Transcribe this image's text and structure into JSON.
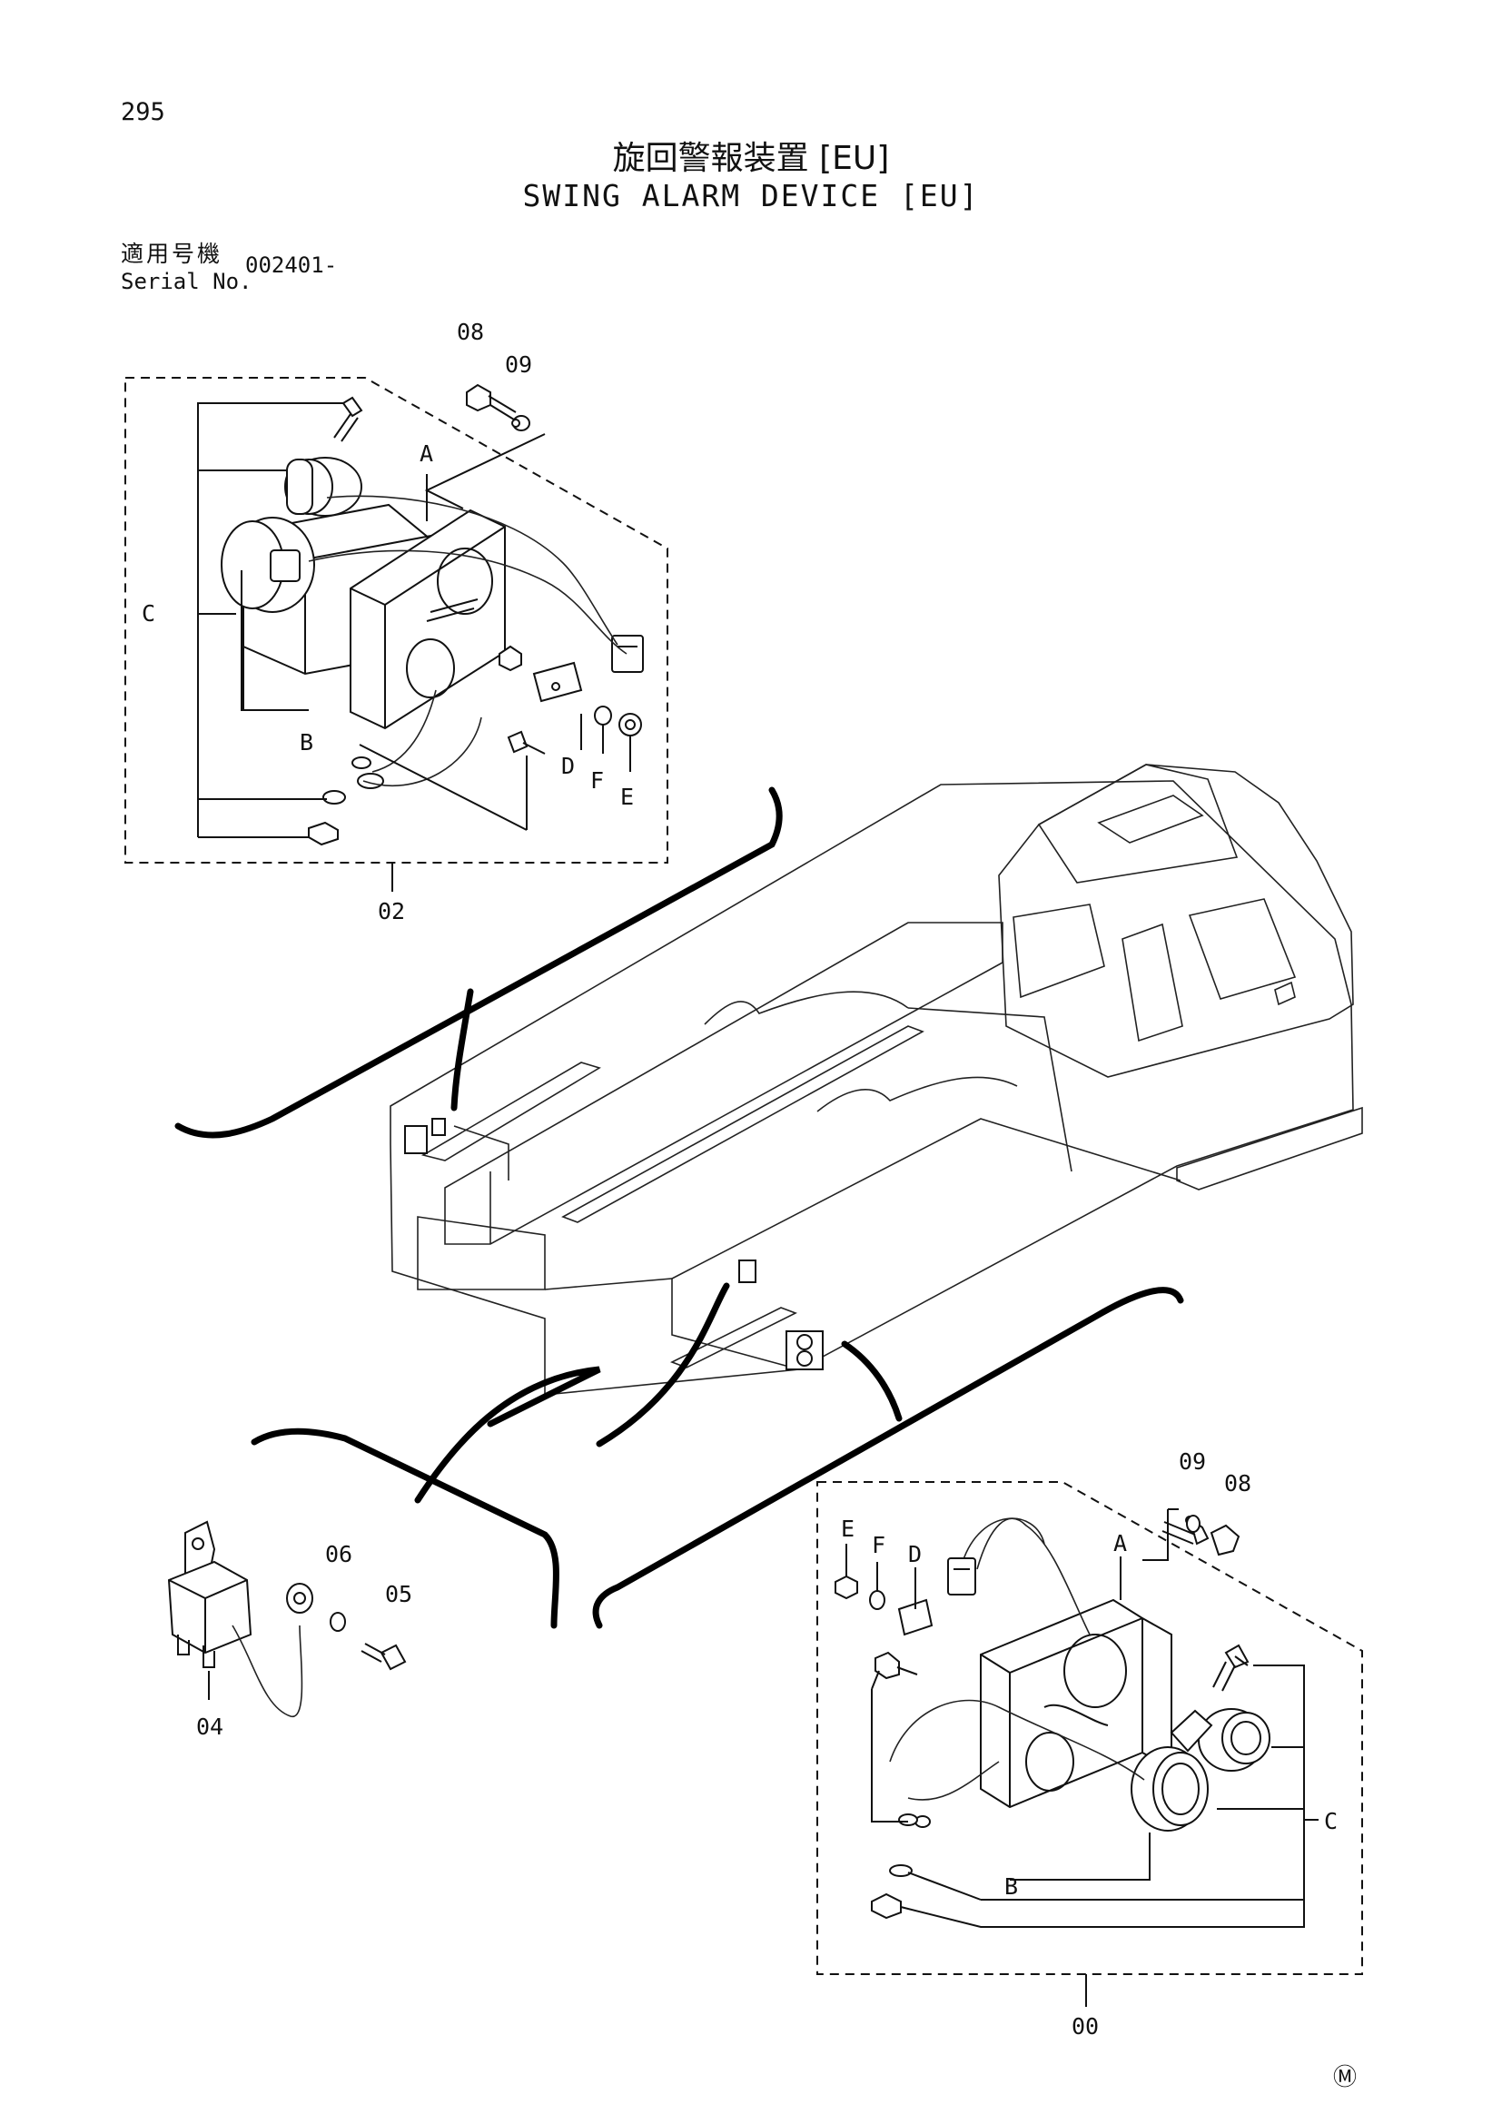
{
  "header": {
    "page_number": "295",
    "title_jp": "旋回警報装置 [EU]",
    "title_en": "SWING ALARM DEVICE [EU]",
    "serial_label_jp": "適用号機",
    "serial_label_en": "Serial No.",
    "serial_value": "002401-"
  },
  "assembly_top": {
    "id": "02",
    "callouts": {
      "bolt": "08",
      "washer": "09",
      "a": "A",
      "b": "B",
      "c": "C",
      "d": "D",
      "e": "E",
      "f": "F"
    }
  },
  "assembly_bottom": {
    "id": "00",
    "callouts": {
      "bolt": "08",
      "washer": "09",
      "a": "A",
      "b": "B",
      "c": "C",
      "d": "D",
      "e": "E",
      "f": "F"
    }
  },
  "relay_group": {
    "relay": "04",
    "screw": "05",
    "washer": "06"
  },
  "footer": {
    "mark": "Ⓜ"
  }
}
